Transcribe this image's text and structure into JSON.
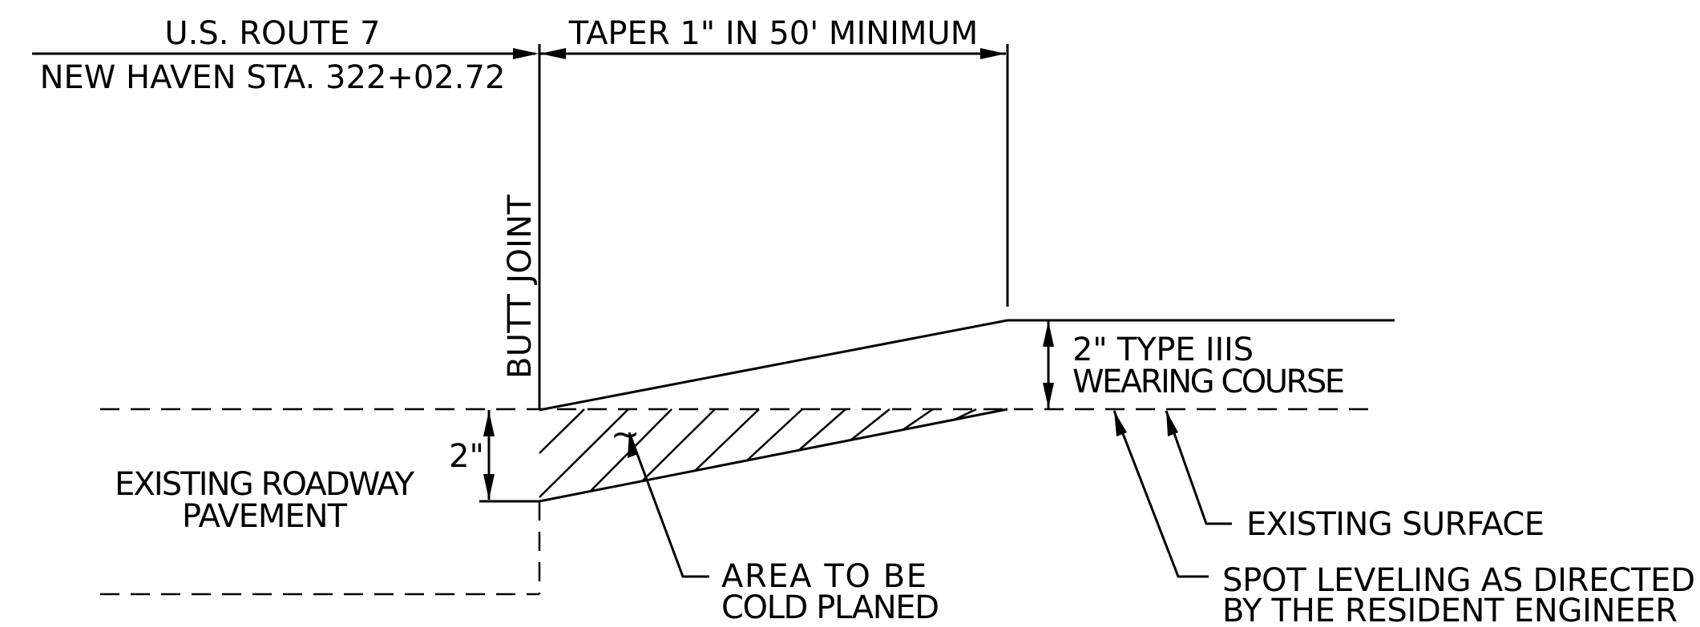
{
  "route": {
    "name": "U.S. ROUTE 7",
    "station": "NEW HAVEN STA. 322+02.72"
  },
  "taper": {
    "label": "TAPER 1\" IN 50' MINIMUM"
  },
  "butt_joint": {
    "label": "BUTT JOINT"
  },
  "existing_pavement": {
    "depth_label": "2\"",
    "line1": "EXISTING ROADWAY",
    "line2": "PAVEMENT"
  },
  "wearing_course": {
    "line1": "2\" TYPE IIIS",
    "line2": "WEARING COURSE"
  },
  "existing_surface": {
    "label": "EXISTING SURFACE"
  },
  "cold_planed": {
    "symbol": "~",
    "line1": "AREA TO BE",
    "line2": "COLD PLANED"
  },
  "spot_leveling": {
    "line1": "SPOT LEVELING AS DIRECTED",
    "line2": "BY THE RESIDENT ENGINEER"
  }
}
